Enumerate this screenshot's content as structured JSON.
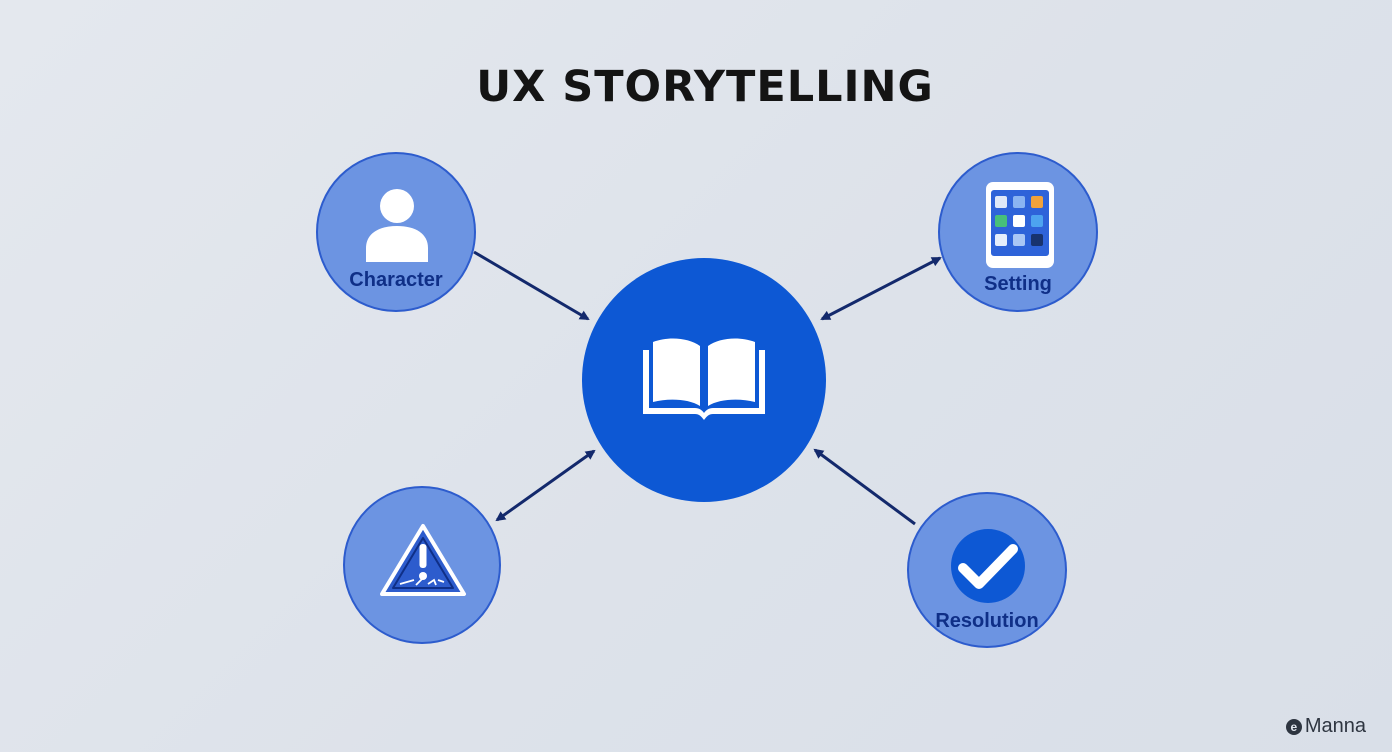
{
  "title": "UX STORYTELLING",
  "center": {
    "icon": "open-book-icon"
  },
  "nodes": {
    "character": {
      "label": "Character",
      "icon": "user-icon"
    },
    "setting": {
      "label": "Setting",
      "icon": "tablet-apps-icon"
    },
    "conflict": {
      "label": "",
      "icon": "warning-triangle-icon"
    },
    "resolution": {
      "label": "Resolution",
      "icon": "checkmark-icon"
    }
  },
  "brand": {
    "name": "Manna",
    "logo_glyph": "e"
  },
  "colors": {
    "background": "#e1e6ed",
    "node_fill": "#6c94e2",
    "node_border": "#2d5ccd",
    "center_fill": "#0d58d4",
    "arrow": "#13296c",
    "label": "#0f2f87"
  }
}
